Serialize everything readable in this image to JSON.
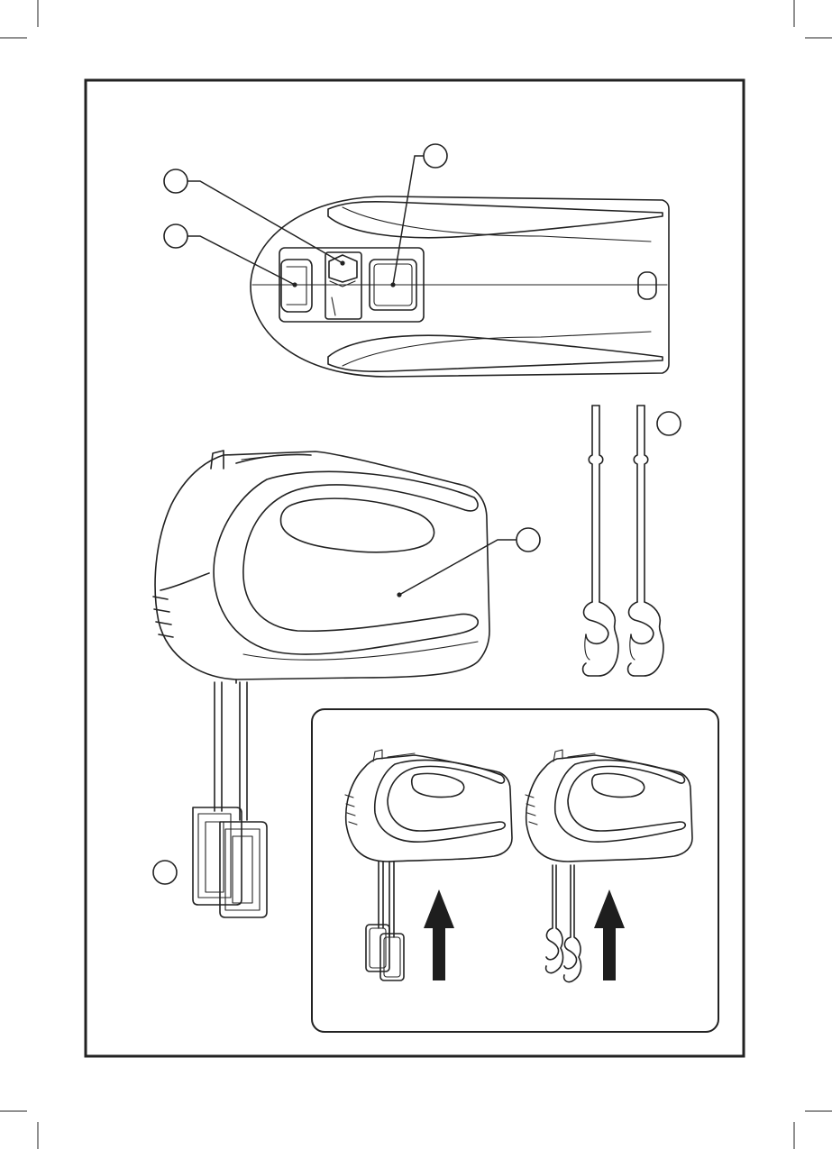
{
  "figure": {
    "description_hidden": "",
    "callouts": [
      {
        "id": "callout-speed-switch"
      },
      {
        "id": "callout-eject-button"
      },
      {
        "id": "callout-turbo-button"
      },
      {
        "id": "callout-motor-body"
      },
      {
        "id": "callout-dough-hooks"
      },
      {
        "id": "callout-beaters"
      }
    ],
    "inset": {
      "arrow_direction": "up",
      "panels": [
        "beaters-insertion",
        "dough-hooks-insertion"
      ]
    },
    "colors": {
      "line": "#222222",
      "arrow": "#1e1e1e",
      "background": "#ffffff"
    }
  }
}
